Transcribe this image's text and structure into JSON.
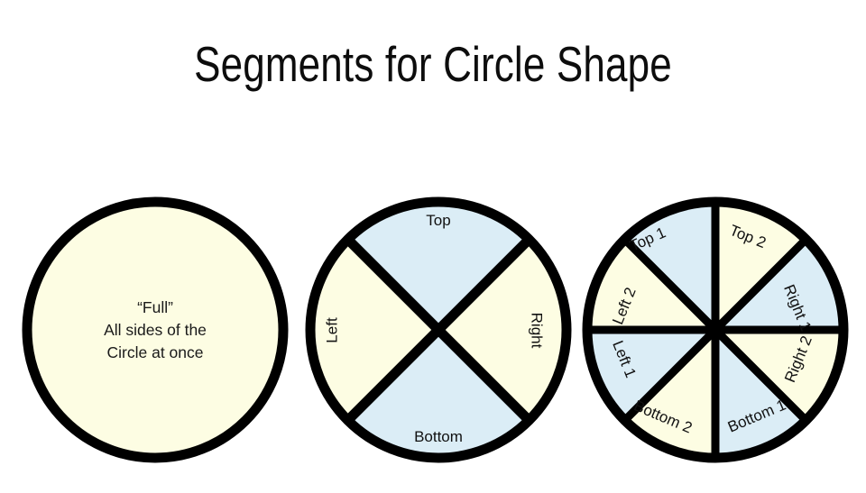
{
  "page": {
    "title": "Segments for Circle Shape",
    "background_color": "#ffffff"
  },
  "colors": {
    "fill_cream": "#fdfde3",
    "fill_blue": "#dbedf6",
    "stroke": "#000000",
    "text": "#111111"
  },
  "figures": [
    {
      "id": "circle-full",
      "name": "full-circle",
      "segments_count": 1,
      "center_text": {
        "line1": "“Full”",
        "line2": "All sides of the",
        "line3": "Circle at once"
      },
      "segments": [
        {
          "label": "",
          "fill": "cream"
        }
      ]
    },
    {
      "id": "circle-four",
      "name": "four-segment-circle",
      "segments_count": 4,
      "segments": [
        {
          "label": "Top",
          "fill": "blue"
        },
        {
          "label": "Right",
          "fill": "cream"
        },
        {
          "label": "Bottom",
          "fill": "blue"
        },
        {
          "label": "Left",
          "fill": "cream"
        }
      ]
    },
    {
      "id": "circle-eight",
      "name": "eight-segment-circle",
      "segments_count": 8,
      "segments": [
        {
          "label": "Top 1",
          "fill": "blue"
        },
        {
          "label": "Top 2",
          "fill": "cream"
        },
        {
          "label": "Right 1",
          "fill": "blue"
        },
        {
          "label": "Right 2",
          "fill": "cream"
        },
        {
          "label": "Bottom 1",
          "fill": "blue"
        },
        {
          "label": "Bottom 2",
          "fill": "cream"
        },
        {
          "label": "Left 1",
          "fill": "blue"
        },
        {
          "label": "Left 2",
          "fill": "cream"
        }
      ]
    }
  ]
}
